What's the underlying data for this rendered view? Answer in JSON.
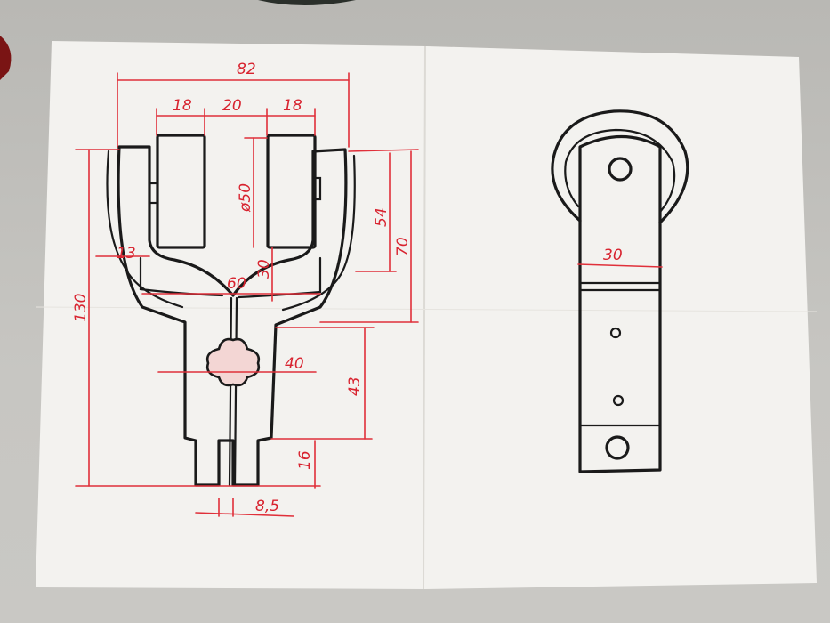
{
  "front_view": {
    "dimensions": {
      "overall_width": "82",
      "left_gap": "18",
      "center_gap": "20",
      "right_gap": "18",
      "bearing_dia": "ø50",
      "slot_depth": "54",
      "fork_depth": "70",
      "wall_thickness": "13",
      "roller_offset": "30",
      "inner_width": "60",
      "overall_height": "130",
      "body_width": "40",
      "body_height": "43",
      "stem_height": "16",
      "slot_width": "8,5"
    }
  },
  "side_view": {
    "dimensions": {
      "plate_width": "30"
    }
  },
  "colors": {
    "paper": "#f3f2ef",
    "ink": "#1a1a1a",
    "dimension": "#e0303a"
  }
}
